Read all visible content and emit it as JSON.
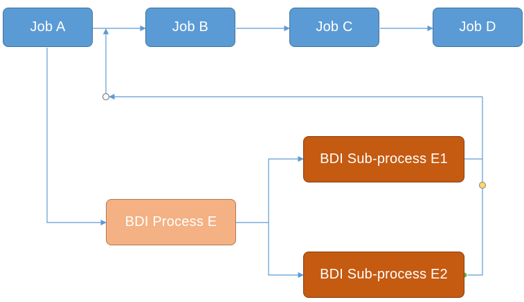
{
  "diagram": {
    "nodes": {
      "job_a": "Job A",
      "job_b": "Job B",
      "job_c": "Job C",
      "job_d": "Job D",
      "process_e": "BDI Process E",
      "subprocess_e1": "BDI Sub-process E1",
      "subprocess_e2": "BDI Sub-process E2"
    },
    "colors": {
      "job_fill": "#5b9bd5",
      "job_border": "#41719c",
      "process_fill": "#f4b183",
      "subprocess_fill": "#c55a11",
      "connector": "#5b9bd5",
      "junction_yellow": "#ffd966",
      "junction_green": "#70ad47"
    }
  }
}
